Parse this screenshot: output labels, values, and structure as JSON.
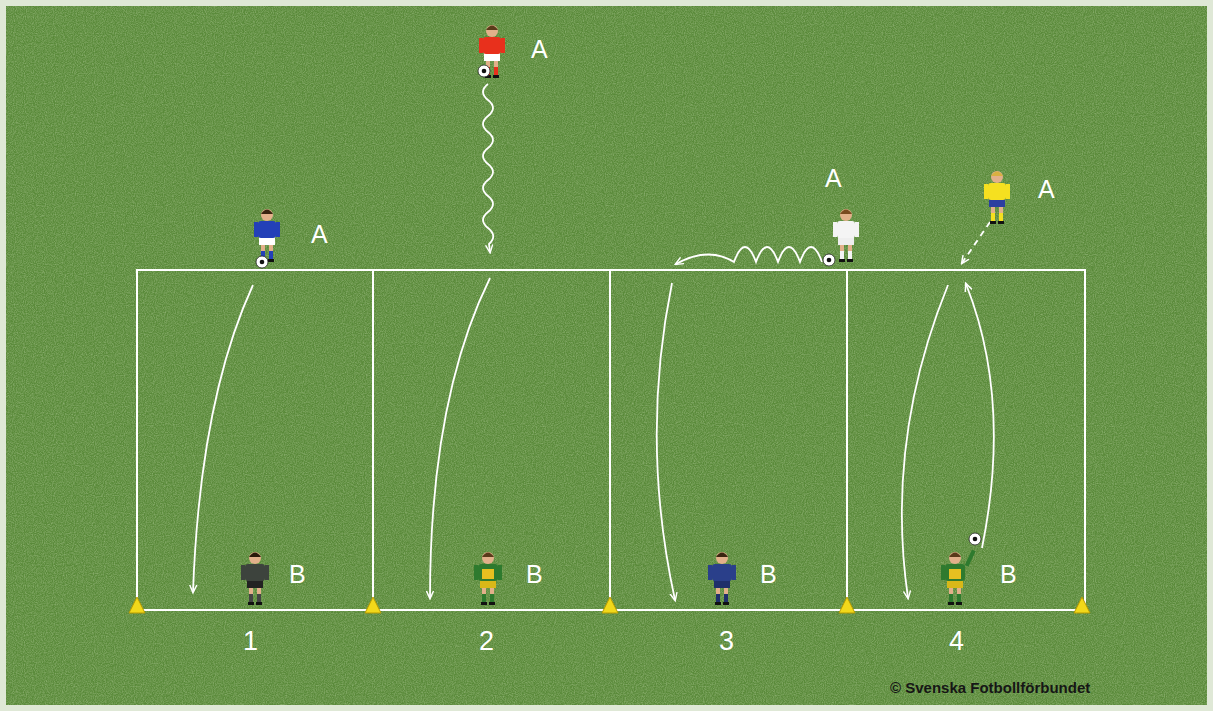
{
  "diagram": {
    "labels": [
      "A",
      "A",
      "A",
      "A",
      "B",
      "B",
      "B",
      "B",
      "1",
      "2",
      "3",
      "4",
      "© Svenska Fotbollförbundet"
    ]
  }
}
